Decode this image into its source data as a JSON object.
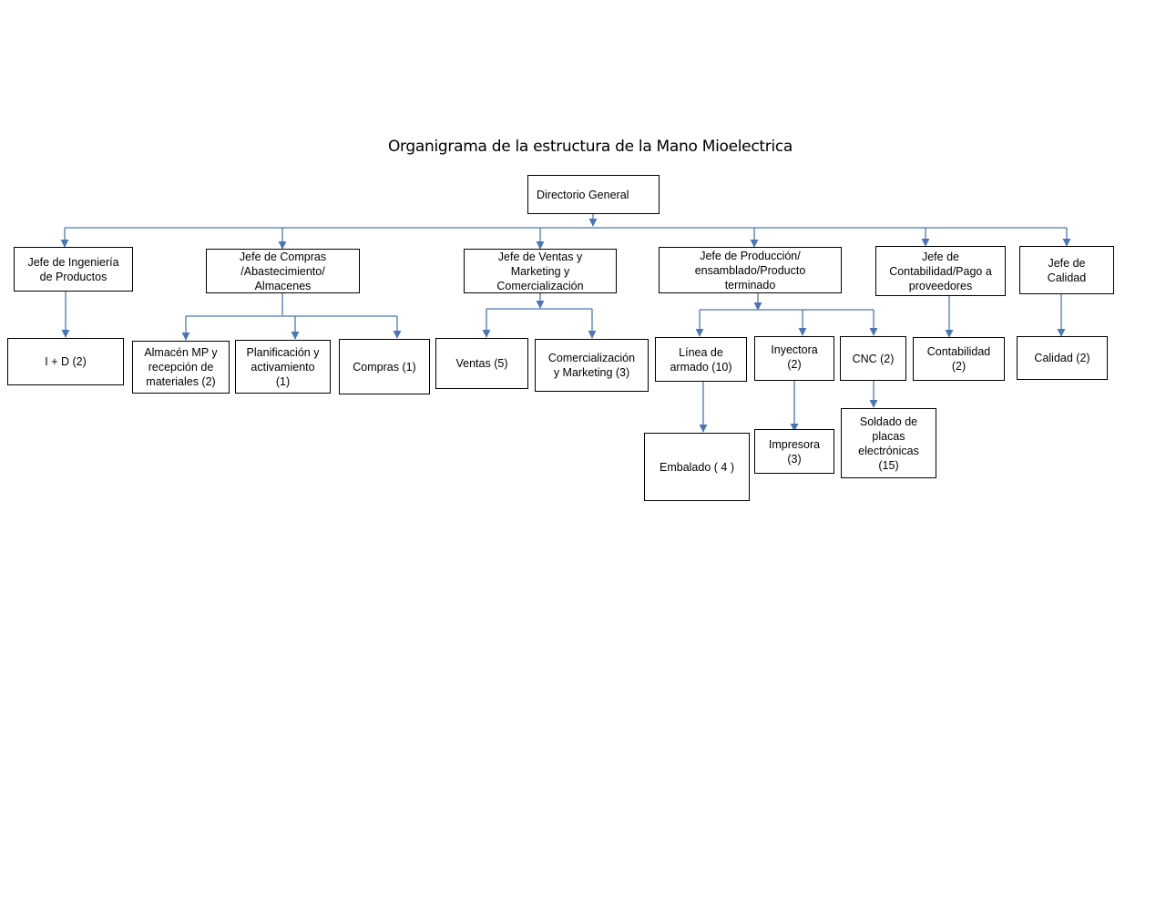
{
  "title": "Organigrama de la estructura de la Mano Mioelectrica",
  "colors": {
    "line": "#4a76b8",
    "border": "#000000"
  },
  "nodes": {
    "root": "Directorio General",
    "ing": "Jefe de Ingeniería\nde Productos",
    "id": "I  +  D (2)",
    "compras_jefe": "Jefe de Compras\n/Abastecimiento/\nAlmacenes",
    "almacen": "Almacén MP y\nrecepción de\nmateriales (2)",
    "planif": "Planificación y\nactivamiento\n(1)",
    "compras": "Compras  (1)",
    "ventas_jefe": "Jefe de Ventas y\nMarketing y\nComercialización",
    "ventas": "Ventas (5)",
    "comerc": "Comercialización\ny Marketing (3)",
    "prod_jefe": "Jefe de Producción/\nensamblado/Producto\nterminado",
    "linea": "Línea de\narmado (10)",
    "embalado": "Embalado ( 4 )",
    "inyectora": "Inyectora\n(2)",
    "impresora": "Impresora\n(3)",
    "cnc": "CNC (2)",
    "soldado": "Soldado de\nplacas\nelectrónicas\n(15)",
    "cont_jefe": "Jefe de\nContabilidad/Pago a\nproveedores",
    "cont": "Contabilidad\n(2)",
    "cal_jefe": "Jefe de\nCalidad",
    "cal": "Calidad (2)"
  }
}
